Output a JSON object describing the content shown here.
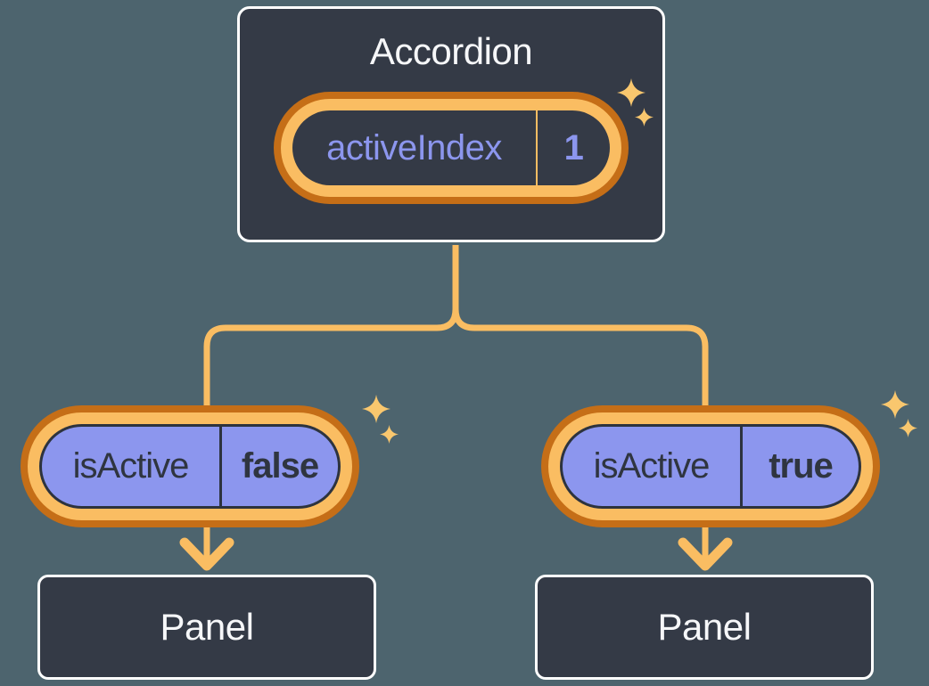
{
  "colors": {
    "background": "#4D646E",
    "card_fill": "#343A46",
    "card_border": "#FFFFFF",
    "title_text": "#F6F7F9",
    "purple": "#8C96EE",
    "dark_text": "#2F3540",
    "glow_outer_orange": "#C56E17",
    "glow_inner_orange": "#FABD62",
    "connector_orange": "#FABD62",
    "sparkle_orange": "#F9C76E"
  },
  "accordion": {
    "title": "Accordion",
    "state": {
      "name": "activeIndex",
      "value": "1"
    }
  },
  "children": [
    {
      "prop_name": "isActive",
      "prop_value": "false",
      "panel_label": "Panel"
    },
    {
      "prop_name": "isActive",
      "prop_value": "true",
      "panel_label": "Panel"
    }
  ]
}
